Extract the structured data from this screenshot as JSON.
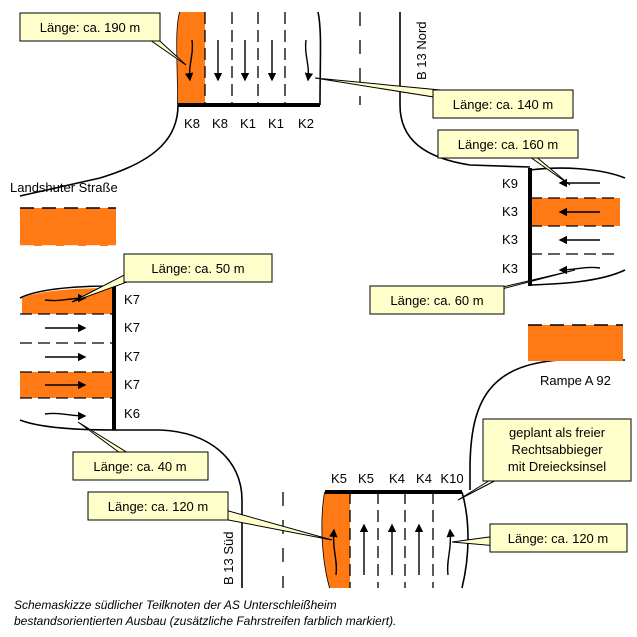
{
  "colors": {
    "extra_lane": "#ff7a14",
    "callout_fill": "#ffffcc",
    "line": "#000000"
  },
  "callouts": {
    "north_left": "Länge: ca. 190 m",
    "north_right": "Länge: ca. 140 m",
    "east_top": "Länge: ca. 160 m",
    "east_bottom": "Länge: ca. 60 m",
    "west_top": "Länge: ca. 50 m",
    "west_bottom": "Länge: ca. 40 m",
    "south_left": "Länge: ca. 120 m",
    "south_right": "Länge: ca. 120 m",
    "freier_rechtsabbieger": [
      "geplant als freier",
      "Rechtsabbieger",
      "mit Dreiecksinsel"
    ]
  },
  "roads": {
    "north": "B 13 Nord",
    "south": "B 13 Süd",
    "west": "Landshuter Straße",
    "east": "Rampe A 92"
  },
  "lane_labels": {
    "north": [
      "K8",
      "K8",
      "K1",
      "K1",
      "K2"
    ],
    "east": [
      "K9",
      "K3",
      "K3",
      "K3"
    ],
    "west": [
      "K7",
      "K7",
      "K7",
      "K7",
      "K6"
    ],
    "south": [
      "K5",
      "K5",
      "K4",
      "K4",
      "K10"
    ]
  },
  "caption": [
    "Schemaskizze südlicher Teilknoten der AS Unterschleißheim",
    "bestandsorientierten Ausbau (zusätzliche Fahrstreifen farblich markiert)."
  ]
}
